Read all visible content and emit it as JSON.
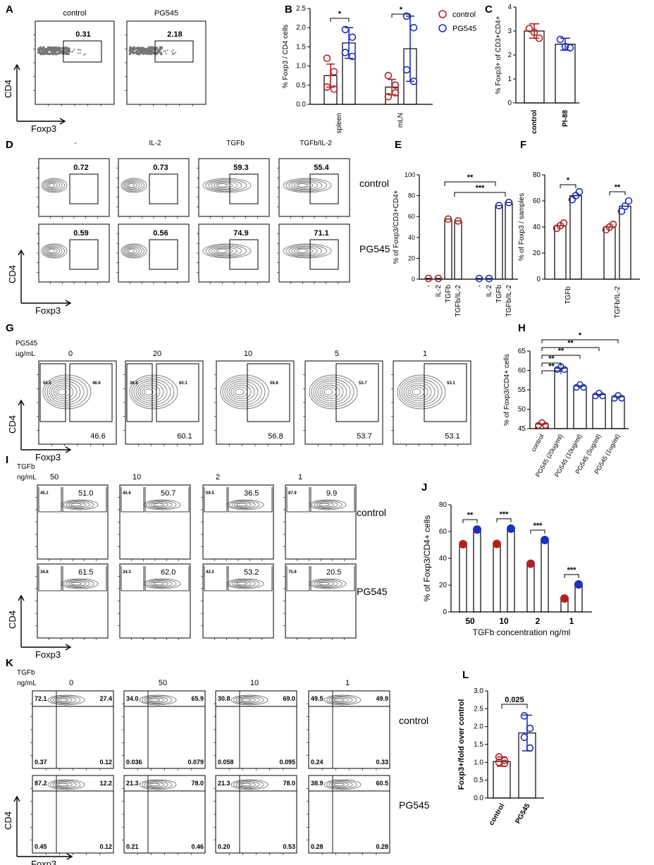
{
  "colors": {
    "control": "#b22222",
    "pg545": "#1f2fbf",
    "dots": "#777777",
    "contour": "#333333"
  },
  "panels": {
    "A": {
      "label": "A",
      "titles": [
        "control",
        "PG545"
      ],
      "values": [
        "0.31",
        "2.18"
      ],
      "xlabel": "Foxp3",
      "ylabel": "CD4"
    },
    "D": {
      "label": "D",
      "columns": [
        "-",
        "IL-2",
        "TGFb",
        "TGFb/IL-2"
      ],
      "rows": [
        "control",
        "PG545"
      ],
      "values": [
        [
          "0.72",
          "0.73",
          "59.3",
          "55.4"
        ],
        [
          "0.59",
          "0.56",
          "74.9",
          "71.1"
        ]
      ],
      "xlabel": "Foxp3",
      "ylabel": "CD4"
    },
    "G": {
      "label": "G",
      "header": [
        "PG545",
        "ug/mL"
      ],
      "columns": [
        "0",
        "20",
        "10",
        "5",
        "1"
      ],
      "left": [
        "50.0",
        "36.6",
        "",
        "",
        ""
      ],
      "right": [
        "46.6",
        "60.1",
        "56.8",
        "53.7",
        "53.1"
      ],
      "below": [
        "46.6",
        "60.1",
        "56.8",
        "53.7",
        "53.1"
      ],
      "xlabel": "Foxp3",
      "ylabel": "CD4"
    },
    "I": {
      "label": "I",
      "header": [
        "TGFb",
        "ng/mL"
      ],
      "columns": [
        "50",
        "10",
        "2",
        "1"
      ],
      "rows": [
        "control",
        "PG545"
      ],
      "left": [
        [
          "45.1",
          "45.6",
          "59.5",
          "87.9"
        ],
        [
          "34.8",
          "34.3",
          "43.3",
          "75.9"
        ]
      ],
      "right": [
        [
          "51.0",
          "50.7",
          "36.5",
          "9.9"
        ],
        [
          "61.5",
          "62.0",
          "53.2",
          "20.5"
        ]
      ],
      "xlabel": "Foxp3",
      "ylabel": "CD4"
    },
    "K": {
      "label": "K",
      "header": [
        "TGFb",
        "ng/mL"
      ],
      "columns": [
        "0",
        "50",
        "10",
        "1"
      ],
      "rows": [
        "control",
        "PG545"
      ],
      "quads": [
        [
          [
            "72.1",
            "27.4",
            "0.37",
            "0.12"
          ],
          [
            "34.0",
            "65.9",
            "0.036",
            "0.079"
          ],
          [
            "30.8",
            "69.0",
            "0.058",
            "0.095"
          ],
          [
            "49.5",
            "49.9",
            "0.24",
            "0.33"
          ]
        ],
        [
          [
            "87.2",
            "12.2",
            "0.45",
            "0.12"
          ],
          [
            "21.3",
            "78.0",
            "0.21",
            "0.46"
          ],
          [
            "21.3",
            "78.0",
            "0.20",
            "0.53"
          ],
          [
            "38.9",
            "60.5",
            "0.28",
            "0.28"
          ]
        ]
      ],
      "xlabel": "Foxp3",
      "ylabel": "CD4"
    }
  },
  "chart_data": [
    {
      "id": "B",
      "type": "bar",
      "ylabel": "% Foxp3 / CD4 cells",
      "categories": [
        "spleen",
        "mLN"
      ],
      "ylim": [
        0,
        2.5
      ],
      "yticks": [
        0,
        0.5,
        1.0,
        1.5,
        2.0,
        2.5
      ],
      "legend": [
        "control",
        "PG545"
      ],
      "legend_position": "top-right",
      "series": [
        {
          "name": "control",
          "values": [
            0.75,
            0.45
          ],
          "err": [
            0.3,
            0.2
          ],
          "points": [
            [
              1.2,
              0.85,
              0.45,
              0.4
            ],
            [
              0.75,
              0.5,
              0.2,
              0.3
            ]
          ]
        },
        {
          "name": "PG545",
          "values": [
            1.6,
            1.45
          ],
          "err": [
            0.4,
            0.85
          ],
          "points": [
            [
              1.95,
              1.75,
              1.35,
              1.25
            ],
            [
              2.3,
              2.0,
              0.9,
              0.6
            ]
          ]
        }
      ],
      "sig": [
        "*",
        "*"
      ]
    },
    {
      "id": "C",
      "type": "bar",
      "ylabel": "% Foxp3+ of CD3+CD4+",
      "categories": [
        "control",
        "PI-88"
      ],
      "ylim": [
        0,
        4
      ],
      "yticks": [
        0,
        1,
        2,
        3,
        4
      ],
      "values": [
        3.0,
        2.45
      ],
      "err": [
        0.3,
        0.25
      ],
      "points": [
        [
          3.1,
          2.95,
          2.7
        ],
        [
          2.65,
          2.35,
          2.3
        ]
      ]
    },
    {
      "id": "E",
      "type": "bar",
      "ylabel": "% of Foxp3/CD3+CD4+",
      "categories": [
        "-",
        "IL-2",
        "TGFb",
        "TGFb/IL-2",
        "-",
        "IL-2",
        "TGFb",
        "TGFb/IL-2"
      ],
      "ylim": [
        0,
        100
      ],
      "yticks": [
        0,
        20,
        40,
        60,
        80,
        100
      ],
      "values": [
        0.7,
        0.7,
        57.6,
        55.8,
        0.6,
        0.6,
        70.5,
        73.5
      ],
      "groups": [
        "control",
        "control",
        "control",
        "control",
        "PG545",
        "PG545",
        "PG545",
        "PG545"
      ],
      "sig": [
        "**",
        "***"
      ]
    },
    {
      "id": "F",
      "type": "bar",
      "ylabel": "% of Foxp3 / samples",
      "categories": [
        "TGFb",
        "TGFb/IL-2"
      ],
      "ylim": [
        0,
        80
      ],
      "yticks": [
        0,
        20,
        40,
        60,
        80
      ],
      "series": [
        {
          "name": "control",
          "values": [
            41,
            40
          ],
          "points": [
            [
              39,
              41,
              43
            ],
            [
              38,
              40,
              42
            ]
          ]
        },
        {
          "name": "PG545",
          "values": [
            64,
            56
          ],
          "points": [
            [
              61,
              64,
              67
            ],
            [
              52,
              56,
              60
            ]
          ]
        }
      ],
      "sig": [
        "*",
        "**"
      ]
    },
    {
      "id": "H",
      "type": "bar",
      "ylabel": "% of Foxp3/CD4+ cells",
      "categories": [
        "control",
        "PG545 (20ug/ml)",
        "PG545 (10ug/ml)",
        "PG545 (5ug/ml)",
        "PG545 (1ug/ml)"
      ],
      "ylim": [
        45,
        65
      ],
      "yticks": [
        45,
        50,
        55,
        60,
        65
      ],
      "values": [
        46.2,
        60.6,
        56.0,
        53.8,
        53.2
      ],
      "sig": [
        "**",
        "**",
        "**",
        "**",
        "*"
      ]
    },
    {
      "id": "J",
      "type": "bar",
      "ylabel": "% of Foxp3/CD4+ cells",
      "xlabel": "TGFb concentration ng/ml",
      "categories": [
        "50",
        "10",
        "2",
        "1"
      ],
      "ylim": [
        0,
        80
      ],
      "yticks": [
        0,
        20,
        40,
        60,
        80
      ],
      "series": [
        {
          "name": "control",
          "values": [
            50.6,
            50.8,
            36.0,
            10.0
          ]
        },
        {
          "name": "PG545",
          "values": [
            61.5,
            62.2,
            53.7,
            20.5
          ]
        }
      ],
      "sig": [
        "**",
        "***",
        "***",
        "***"
      ]
    },
    {
      "id": "L",
      "type": "bar",
      "ylabel": "Foxp3+/fold over control",
      "categories": [
        "control",
        "PG545"
      ],
      "ylim": [
        0,
        3.0
      ],
      "yticks": [
        0,
        0.5,
        1.0,
        1.5,
        2.0,
        2.5,
        3.0
      ],
      "values": [
        1.02,
        1.82
      ],
      "err": [
        0.13,
        0.5
      ],
      "points": [
        [
          1.15,
          1.05,
          1.0,
          0.97
        ],
        [
          2.3,
          1.95,
          1.7,
          1.4
        ]
      ],
      "sig": [
        "0.025"
      ]
    }
  ]
}
